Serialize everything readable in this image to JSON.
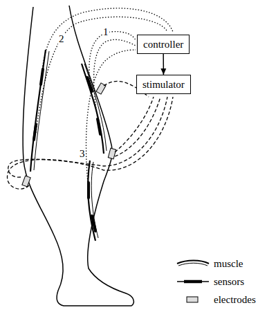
{
  "diagram": {
    "nodes": [
      {
        "text": [
          "controller"
        ]
      },
      {
        "text": [
          "stimulator"
        ]
      }
    ],
    "edges": [
      {
        "from": 0,
        "to": 1,
        "arrow": "to"
      }
    ],
    "labels": [
      "1",
      "2",
      "3"
    ],
    "legend": [
      {
        "text": "muscle"
      },
      {
        "text": "sensors"
      },
      {
        "text": "electrodes"
      }
    ]
  }
}
